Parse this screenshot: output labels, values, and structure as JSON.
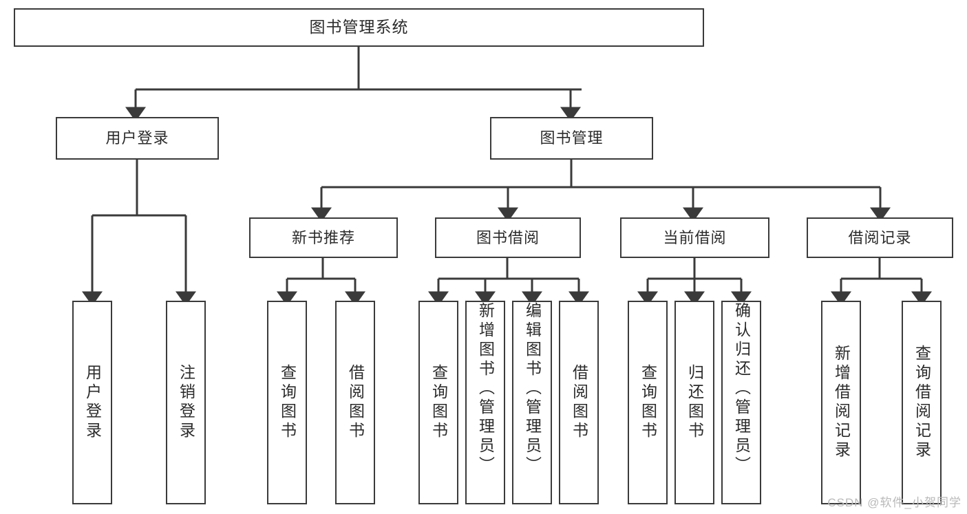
{
  "diagram": {
    "type": "tree-hierarchy",
    "title": "图书管理系统",
    "root": {
      "id": "root",
      "label": "图书管理系统"
    },
    "level2": [
      {
        "id": "user-login",
        "label": "用户登录"
      },
      {
        "id": "book-manage",
        "label": "图书管理"
      }
    ],
    "level3": [
      {
        "id": "new-book-recommend",
        "label": "新书推荐",
        "parent": "book-manage"
      },
      {
        "id": "book-borrow",
        "label": "图书借阅",
        "parent": "book-manage"
      },
      {
        "id": "current-borrow",
        "label": "当前借阅",
        "parent": "book-manage"
      },
      {
        "id": "borrow-record",
        "label": "借阅记录",
        "parent": "book-manage"
      }
    ],
    "leaves": [
      {
        "id": "leaf-user-login",
        "label": "用户登录",
        "parent": "user-login"
      },
      {
        "id": "leaf-user-logout",
        "label": "注销登录",
        "parent": "user-login"
      },
      {
        "id": "leaf-query-book-1",
        "label": "查询图书",
        "parent": "new-book-recommend"
      },
      {
        "id": "leaf-borrow-book-1",
        "label": "借阅图书",
        "parent": "new-book-recommend"
      },
      {
        "id": "leaf-query-book-2",
        "label": "查询图书",
        "parent": "book-borrow"
      },
      {
        "id": "leaf-add-book",
        "label": "新增图书（管理员）",
        "parent": "book-borrow"
      },
      {
        "id": "leaf-edit-book",
        "label": "编辑图书（管理员）",
        "parent": "book-borrow"
      },
      {
        "id": "leaf-borrow-book-2",
        "label": "借阅图书",
        "parent": "book-borrow"
      },
      {
        "id": "leaf-query-book-3",
        "label": "查询图书",
        "parent": "current-borrow"
      },
      {
        "id": "leaf-return-book",
        "label": "归还图书",
        "parent": "current-borrow"
      },
      {
        "id": "leaf-confirm-return",
        "label": "确认归还（管理员）",
        "parent": "current-borrow"
      },
      {
        "id": "leaf-add-record",
        "label": "新增借阅记录",
        "parent": "borrow-record"
      },
      {
        "id": "leaf-query-record",
        "label": "查询借阅记录",
        "parent": "borrow-record"
      }
    ],
    "watermark": "CSDN @软件_小贺同学",
    "colors": {
      "stroke": "#3a3a3a",
      "fill": "#ffffff",
      "text": "#2b2b2b",
      "watermark": "#b9b9b9"
    }
  }
}
